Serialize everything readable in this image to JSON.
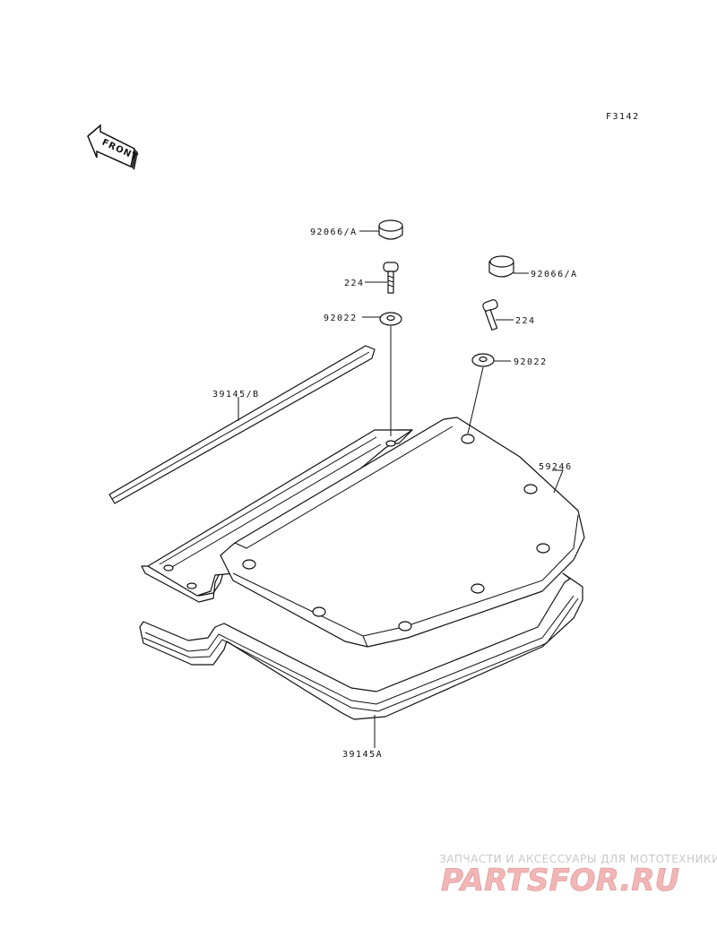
{
  "figure_code": "F3142",
  "front_arrow_text": "FRONT",
  "callouts": {
    "cap_left": "92066/A",
    "bolt_left": "224",
    "washer_left": "92022",
    "cap_right": "92066/A",
    "bolt_right": "224",
    "washer_right": "92022",
    "trim_strip": "39145/B",
    "lid": "59246",
    "seal": "39145A"
  },
  "watermark": {
    "tagline": "ЗАПЧАСТИ И АКСЕССУАРЫ ДЛЯ МОТОТЕХНИКИ",
    "logo_text": "PARTSFOR.RU"
  }
}
